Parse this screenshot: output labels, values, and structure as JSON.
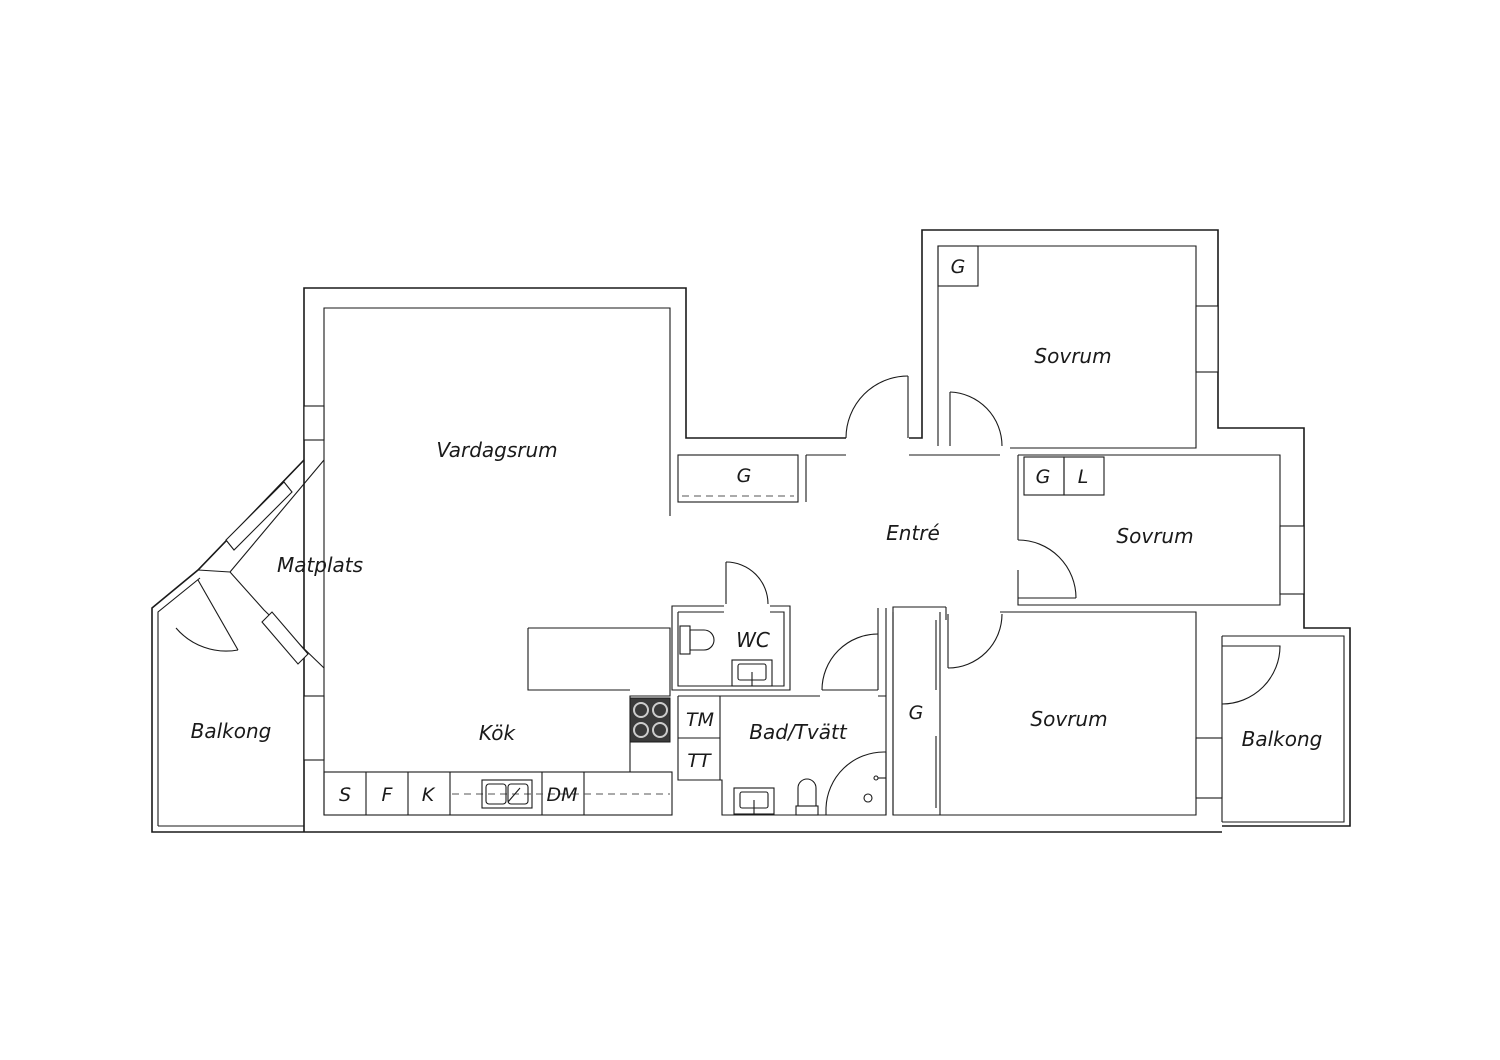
{
  "rooms": {
    "vardagsrum": "Vardagsrum",
    "matplats": "Matplats",
    "balkong_west": "Balkong",
    "kok": "Kök",
    "entre": "Entré",
    "wc": "WC",
    "bad": "Bad/Tvätt",
    "sovrum_north": "Sovrum",
    "sovrum_middle": "Sovrum",
    "sovrum_south": "Sovrum",
    "balkong_east": "Balkong"
  },
  "fixtures": {
    "g_hall": "G",
    "g_sovrum_north": "G",
    "g_sovrum_middle": "G",
    "l_sovrum_middle": "L",
    "g_sovrum_south": "G",
    "tm": "TM",
    "tt": "TT",
    "s": "S",
    "f": "F",
    "k": "K",
    "dm": "DM"
  },
  "colors": {
    "line": "#1a1a1a",
    "background": "#ffffff",
    "stove": "#3a3a3a"
  }
}
